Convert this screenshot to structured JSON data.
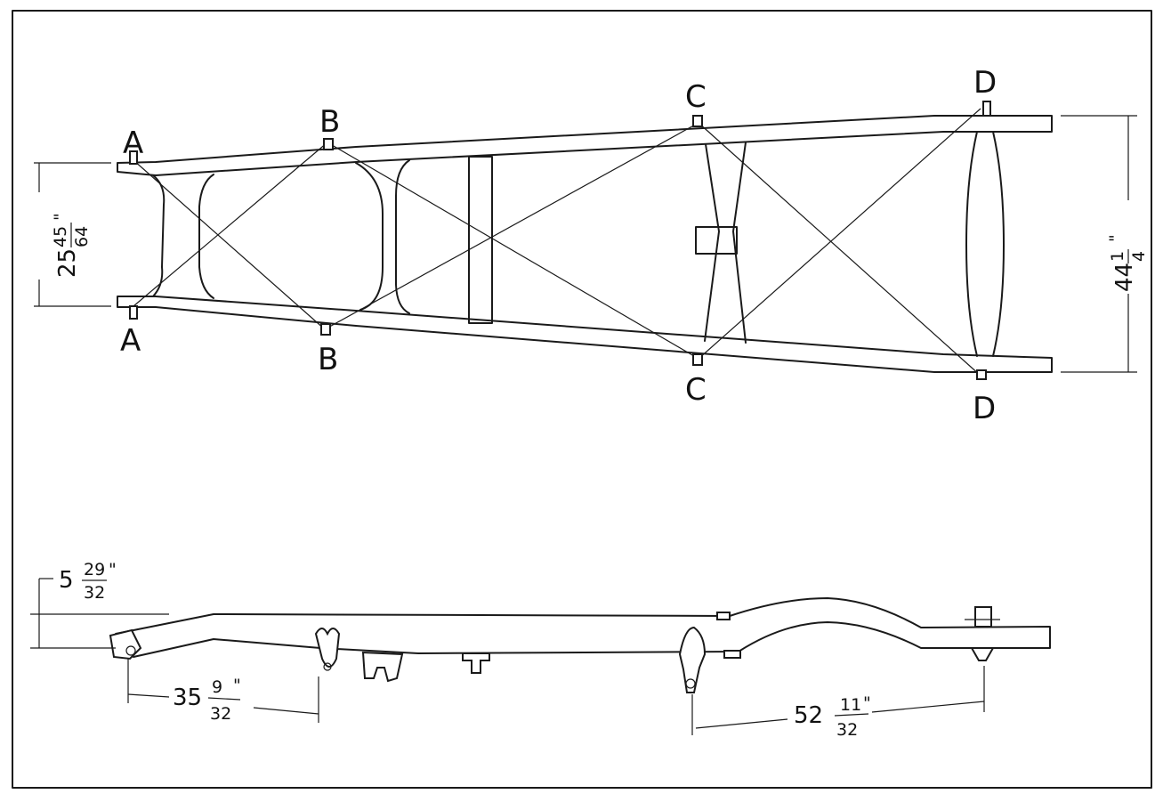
{
  "points": {
    "a_top": "A",
    "a_bottom": "A",
    "b_top": "B",
    "b_bottom": "B",
    "c_top": "C",
    "c_bottom": "C",
    "d_top": "D",
    "d_bottom": "D"
  },
  "dimensions": {
    "front_width": {
      "whole": "25",
      "num": "45",
      "den": "64",
      "unit": "\""
    },
    "rear_width": {
      "whole": "44",
      "num": "1",
      "den": "4",
      "unit": "\""
    },
    "front_drop": {
      "whole": "5",
      "num": "29",
      "den": "32",
      "unit": "\""
    },
    "front_to_b": {
      "whole": "35",
      "num": "9",
      "den": "32",
      "unit": "\""
    },
    "c_to_d": {
      "whole": "52",
      "num": "11",
      "den": "32",
      "unit": "\""
    }
  }
}
